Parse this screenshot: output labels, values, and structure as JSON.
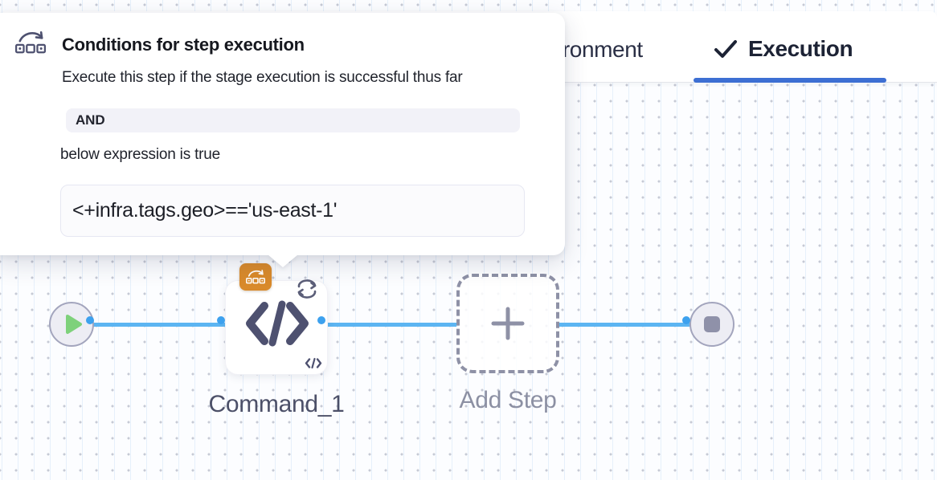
{
  "popover": {
    "title": "Conditions for step execution",
    "subtitle": "Execute this step if the stage execution is successful thus far",
    "operator": "AND",
    "condition_label": "below expression is true",
    "expression": "<+infra.tags.geo>=='us-east-1'",
    "icon": "conditional-execution-icon"
  },
  "tabs": [
    {
      "label": "Environment",
      "active": false
    },
    {
      "label": "Execution",
      "active": true,
      "icon": "checkmark-icon"
    }
  ],
  "canvas": {
    "start_node": {
      "icon": "play-icon"
    },
    "end_node": {
      "icon": "stop-icon"
    },
    "steps": [
      {
        "label": "Command_1",
        "type": "command",
        "icons": [
          "conditional-execution-badge-icon",
          "loop-strategy-icon",
          "code-icon",
          "command-step-mini-icon"
        ]
      },
      {
        "label": "Add Step",
        "type": "add-step",
        "icon": "plus-icon"
      }
    ]
  },
  "colors": {
    "line_blue": "#5cb5f2",
    "ring_blue": "#3da1ee",
    "tab_underline": "#3d6fd3",
    "badge_orange": "#d98a2b",
    "icon_slate": "#4e5170",
    "node_border": "#a3a5bd",
    "node_fill": "#ededf4",
    "end_square": "#8f91a9",
    "dashed_border": "#8e91a6",
    "label_muted": "#8c90a3",
    "label_dark": "#4c5068",
    "play_green": "#7ed17b",
    "pill_bg": "#f2f2f8",
    "text_dark": "#1d2335"
  }
}
